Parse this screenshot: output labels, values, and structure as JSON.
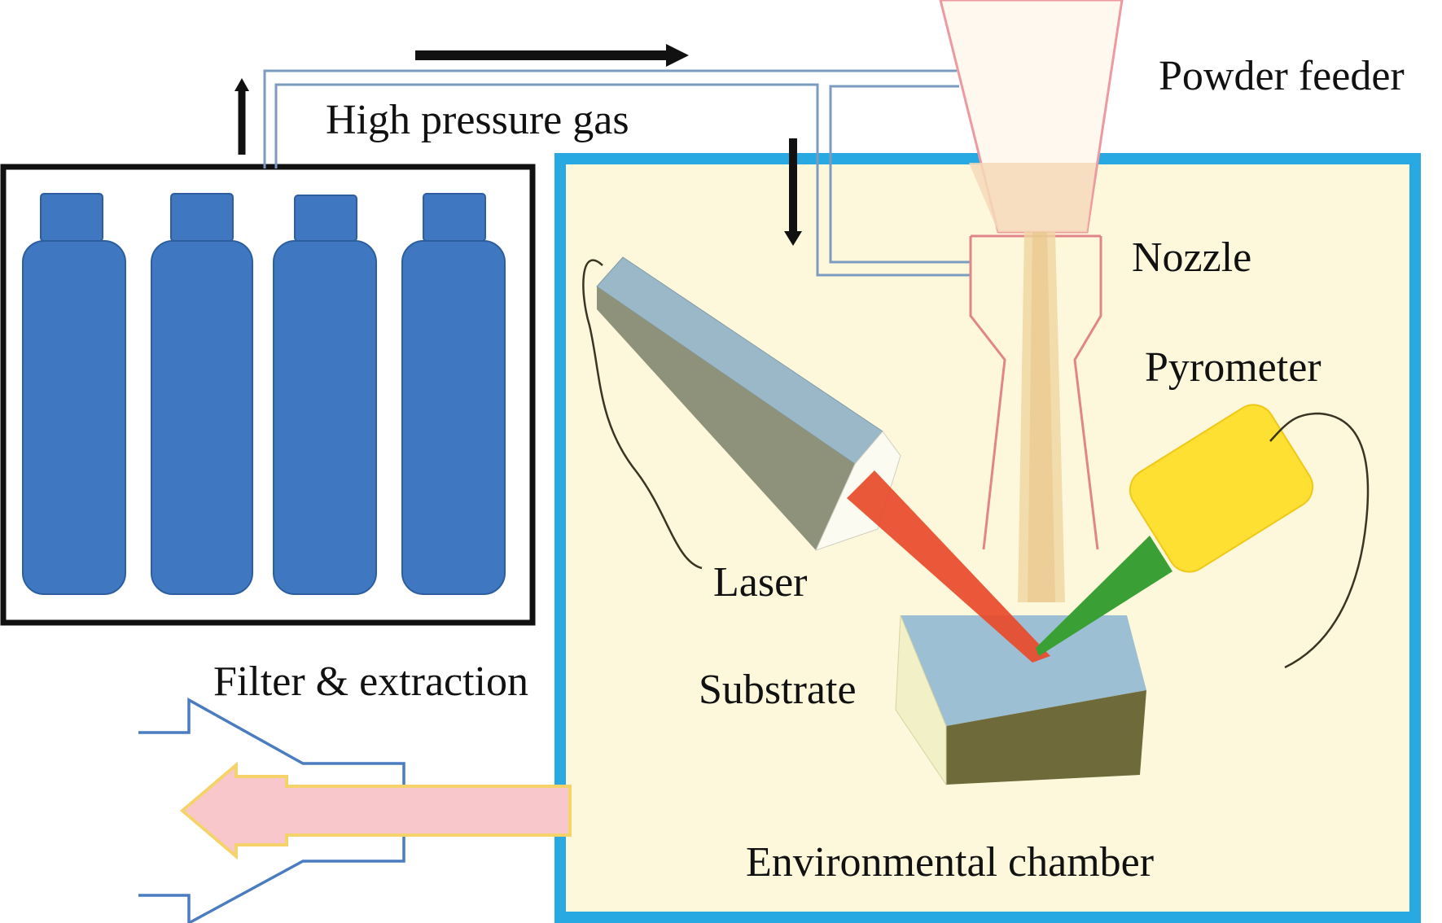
{
  "labels": {
    "powder_feeder": "Powder feeder",
    "high_pressure_gas": "High pressure gas",
    "nozzle": "Nozzle",
    "pyrometer": "Pyrometer",
    "laser": "Laser",
    "substrate": "Substrate",
    "filter_extraction": "Filter & extraction",
    "environmental_chamber": "Environmental chamber"
  },
  "colors": {
    "chamber_border": "#29a9e1",
    "chamber_fill": "#fdf8dc",
    "cylinder": "#3f78c1",
    "gas_line": "#7b9bc0",
    "laser_head": "#9bb8c8",
    "laser_head_side": "#8f927a",
    "laser_beam": "#e84a2a",
    "pyrometer_body": "#fde031",
    "pyrometer_beam": "#3aa035",
    "powder_stream": "#efd5a0",
    "substrate_top": "#9cbfd4",
    "substrate_front": "#6e6a3a",
    "substrate_side": "#f2f0c6",
    "extraction_arrow_fill": "#f8c7cc",
    "extraction_arrow_stroke": "#f6d36a",
    "extraction_duct": "#4a7cbf",
    "nozzle_outline": "#e0868a"
  },
  "gas_cylinder_count": 4
}
